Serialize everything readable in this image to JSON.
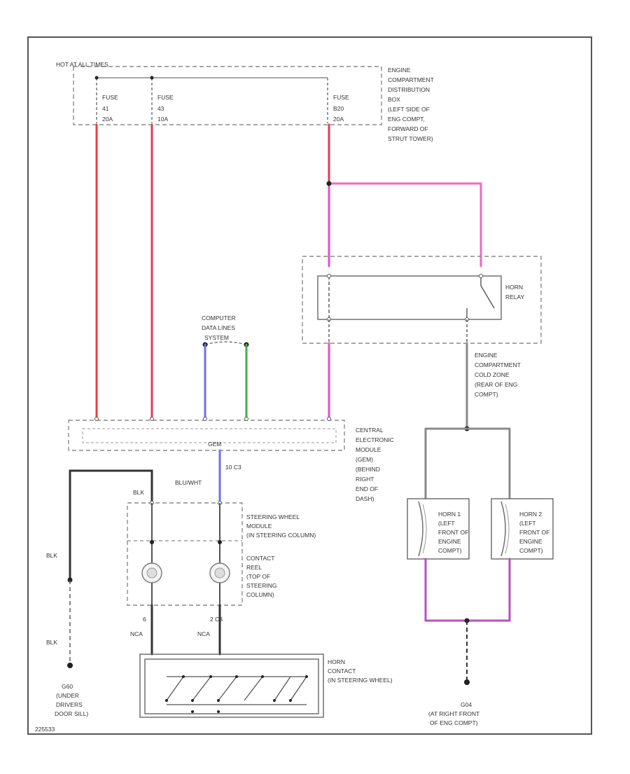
{
  "colors": {
    "red": "#ee3b3b",
    "red_dark": "#e23a5a",
    "pink": "#f06ab8",
    "magenta": "#e44fd0",
    "violet": "#b84fc4",
    "blue": "#6f6ff0",
    "green": "#4aa84a",
    "gray": "#8a8a8a",
    "black": "#333333"
  },
  "labels": {
    "hot": "HOT AT ALL TIMES",
    "fuse_a": [
      "FUSE",
      "41",
      "20A"
    ],
    "fuse_b": [
      "FUSE",
      "43",
      "10A"
    ],
    "fuse_c": [
      "FUSE",
      "B20",
      "20A"
    ],
    "distribution_box": [
      "ENGINE",
      "COMPARTMENT",
      "DISTRIBUTION",
      "BOX",
      "(LEFT SIDE OF",
      "ENG COMPT,",
      "FORWARD OF",
      "STRUT TOWER)"
    ],
    "cdl": [
      "COMPUTER",
      "DATA LINES",
      "SYSTEM"
    ],
    "horn_relay": [
      "HORN",
      "RELAY"
    ],
    "cold_zone": [
      "ENGINE",
      "COMPARTMENT",
      "COLD ZONE",
      "(REAR OF ENG",
      "COMPT)"
    ],
    "gem_small": "GEM",
    "cem": [
      "CENTRAL",
      "ELECTRONIC",
      "MODULE",
      "(GEM)",
      "(BEHIND",
      "RIGHT",
      "END OF",
      "DASH)"
    ],
    "blk_top": "BLK",
    "wire_color": "BLU/WHT",
    "pin_c3": "10  C3",
    "steering_module": [
      "STEERING WHEEL",
      "MODULE",
      "(IN STEERING COLUMN)"
    ],
    "contact_reel": [
      "CONTACT",
      "REEL",
      "(TOP OF",
      "STEERING",
      "COLUMN)"
    ],
    "horn1": [
      "HORN 1",
      "(LEFT",
      "FRONT OF",
      "ENGINE",
      "COMPT)"
    ],
    "horn2": [
      "HORN 2",
      "(LEFT",
      "FRONT OF",
      "ENGINE",
      "COMPT)"
    ],
    "blk_mid": "BLK",
    "blk_low": "BLK",
    "nca_a": "NCA",
    "nca_b": "NCA",
    "pin_2c3": "2  C3",
    "pin_6": "6",
    "horn_contact": [
      "HORN",
      "CONTACT",
      "(IN STEERING WHEEL)"
    ],
    "g_left": [
      "G60",
      "(UNDER",
      "DRIVERS",
      "DOOR SILL)"
    ],
    "g_right": [
      "G04",
      "(AT RIGHT FRONT",
      "OF ENG COMPT)"
    ],
    "code": "225533"
  }
}
